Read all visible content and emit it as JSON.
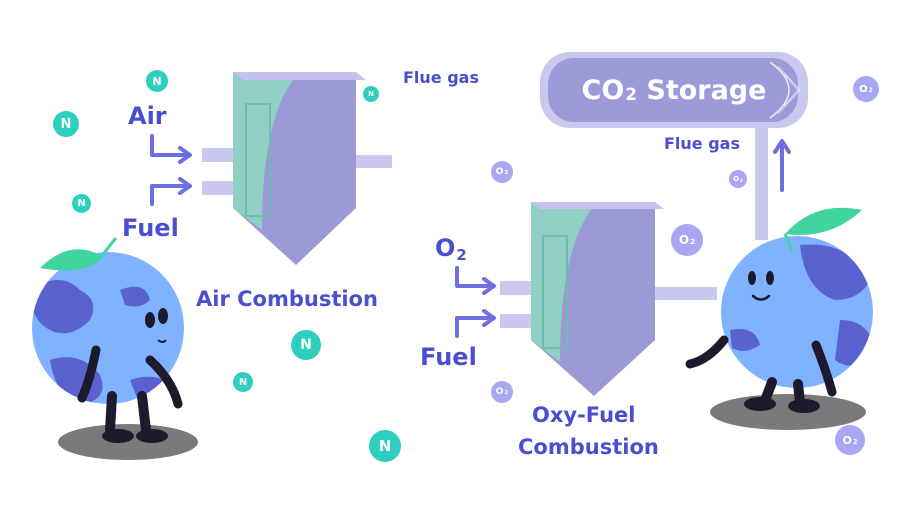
{
  "labels": {
    "air": "Air",
    "fuel_left": "Fuel",
    "flue_gas_left": "Flue gas",
    "air_combustion": "Air Combustion",
    "o2_input": {
      "base": "O",
      "sub": "2"
    },
    "fuel_right": "Fuel",
    "oxy_fuel_line1": "Oxy-Fuel",
    "oxy_fuel_line2": "Combustion",
    "flue_gas_right": "Flue gas",
    "storage": {
      "prefix": "CO",
      "sub": "2",
      "suffix": " Storage"
    }
  },
  "badges": {
    "nitrogen": "N",
    "oxygen": {
      "base": "O",
      "sub": "2"
    }
  },
  "colors": {
    "label_blue": "#4a4fd0",
    "nitrogen_teal": "#2fcfc0",
    "oxygen_lavender": "#a9a6f2",
    "burner_purple": "#9b9ad6",
    "burner_teal": "#8fcfc4",
    "globe_blue": "#7fb2ff",
    "globe_dark": "#5a62cf",
    "leaf_green": "#42d49f",
    "shadow_gray": "#7a7a7a"
  },
  "icons": [
    "nitrogen-molecule-icon",
    "oxygen-molecule-icon",
    "flow-arrow-icon",
    "earth-character-icon",
    "leaf-icon"
  ]
}
